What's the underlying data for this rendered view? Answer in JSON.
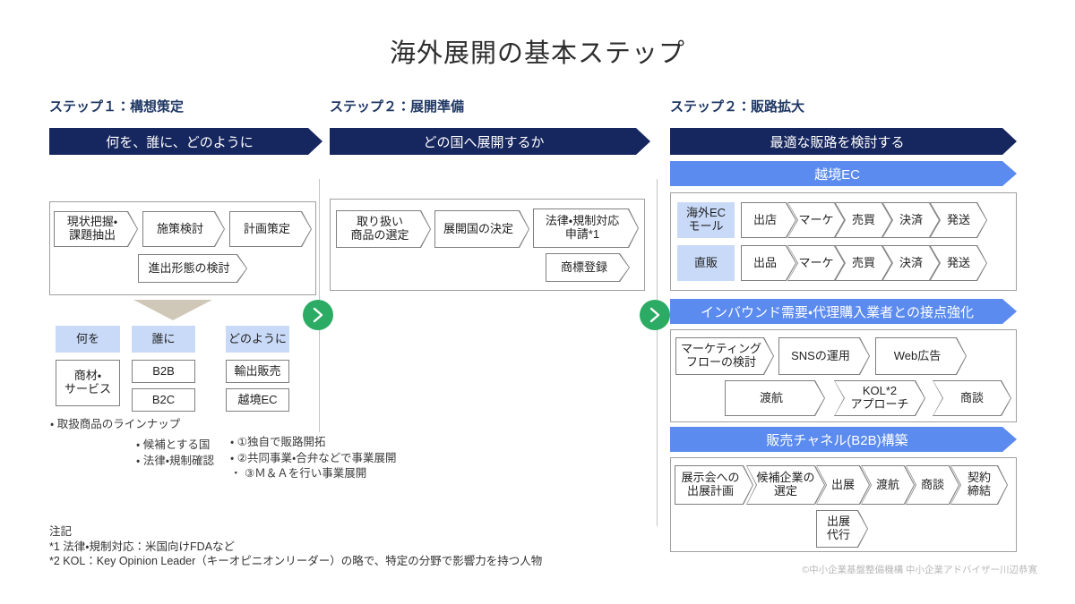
{
  "title": "海外展開の基本ステップ",
  "colors": {
    "navy_banner": "#16265e",
    "blue_banner": "#5b8bef",
    "light_blue_label": "#c9daf8",
    "green_arrow": "#2bab63",
    "triangle": "#cfc8b8"
  },
  "step1": {
    "label": "ステップ１：構想策定",
    "banner": "何を、誰に、どのように",
    "flow": [
      "現状把握・\n課題抽出",
      "施策検討",
      "計画策定",
      "進出形態の検討"
    ],
    "col_what": {
      "header": "何を",
      "item": "商材・\nサービス"
    },
    "col_who": {
      "header": "誰に",
      "items": [
        "B2B",
        "B2C"
      ]
    },
    "col_how": {
      "header": "どのように",
      "items": [
        "輸出販売",
        "越境EC"
      ]
    },
    "bullet_what": "取扱商品のラインナップ",
    "bullets_who": [
      "候補とする国",
      "法律・規制確認"
    ],
    "bullets_how": [
      "①独自で販路開拓",
      "②共同事業・合弁などで事業展開",
      "③Ｍ＆Ａを行い事業展開"
    ]
  },
  "step2": {
    "label": "ステップ２：展開準備",
    "banner": "どの国へ展開するか",
    "flow": [
      "取り扱い\n商品の選定",
      "展開国の決定",
      "法律・規制対応\n申請*1",
      "商標登録"
    ]
  },
  "step3": {
    "label": "ステップ２：販路拡大",
    "banner": "最適な販路を検討する",
    "ec": {
      "banner": "越境EC",
      "rows": [
        {
          "label": "海外EC\nモール",
          "flow": [
            "出店",
            "マーケ",
            "売買",
            "決済",
            "発送"
          ]
        },
        {
          "label": "直販",
          "flow": [
            "出品",
            "マーケ",
            "売買",
            "決済",
            "発送"
          ]
        }
      ]
    },
    "inbound": {
      "banner": "インバウンド需要・代理購入業者との接点強化",
      "row1": [
        "マーケティング\nフローの検討",
        "SNSの運用",
        "Web広告"
      ],
      "row2": [
        "渡航",
        "KOL*2\nアプローチ",
        "商談"
      ]
    },
    "b2b": {
      "banner": "販売チャネル(B2B)構築",
      "row1": [
        "展示会への\n出展計画",
        "候補企業の\n選定",
        "出展",
        "渡航",
        "商談",
        "契約\n締結"
      ],
      "row2": [
        "出展\n代行"
      ]
    }
  },
  "notes": {
    "heading": "注記",
    "line1": "*1 法律・規制対応：米国向けFDAなど",
    "line2": "*2 KOL：Key Opinion Leader（キーオピニオンリーダー）の略で、特定の分野で影響力を持つ人物"
  },
  "copyright": "©中小企業基盤整備機構 中小企業アドバイザー川辺恭寛"
}
